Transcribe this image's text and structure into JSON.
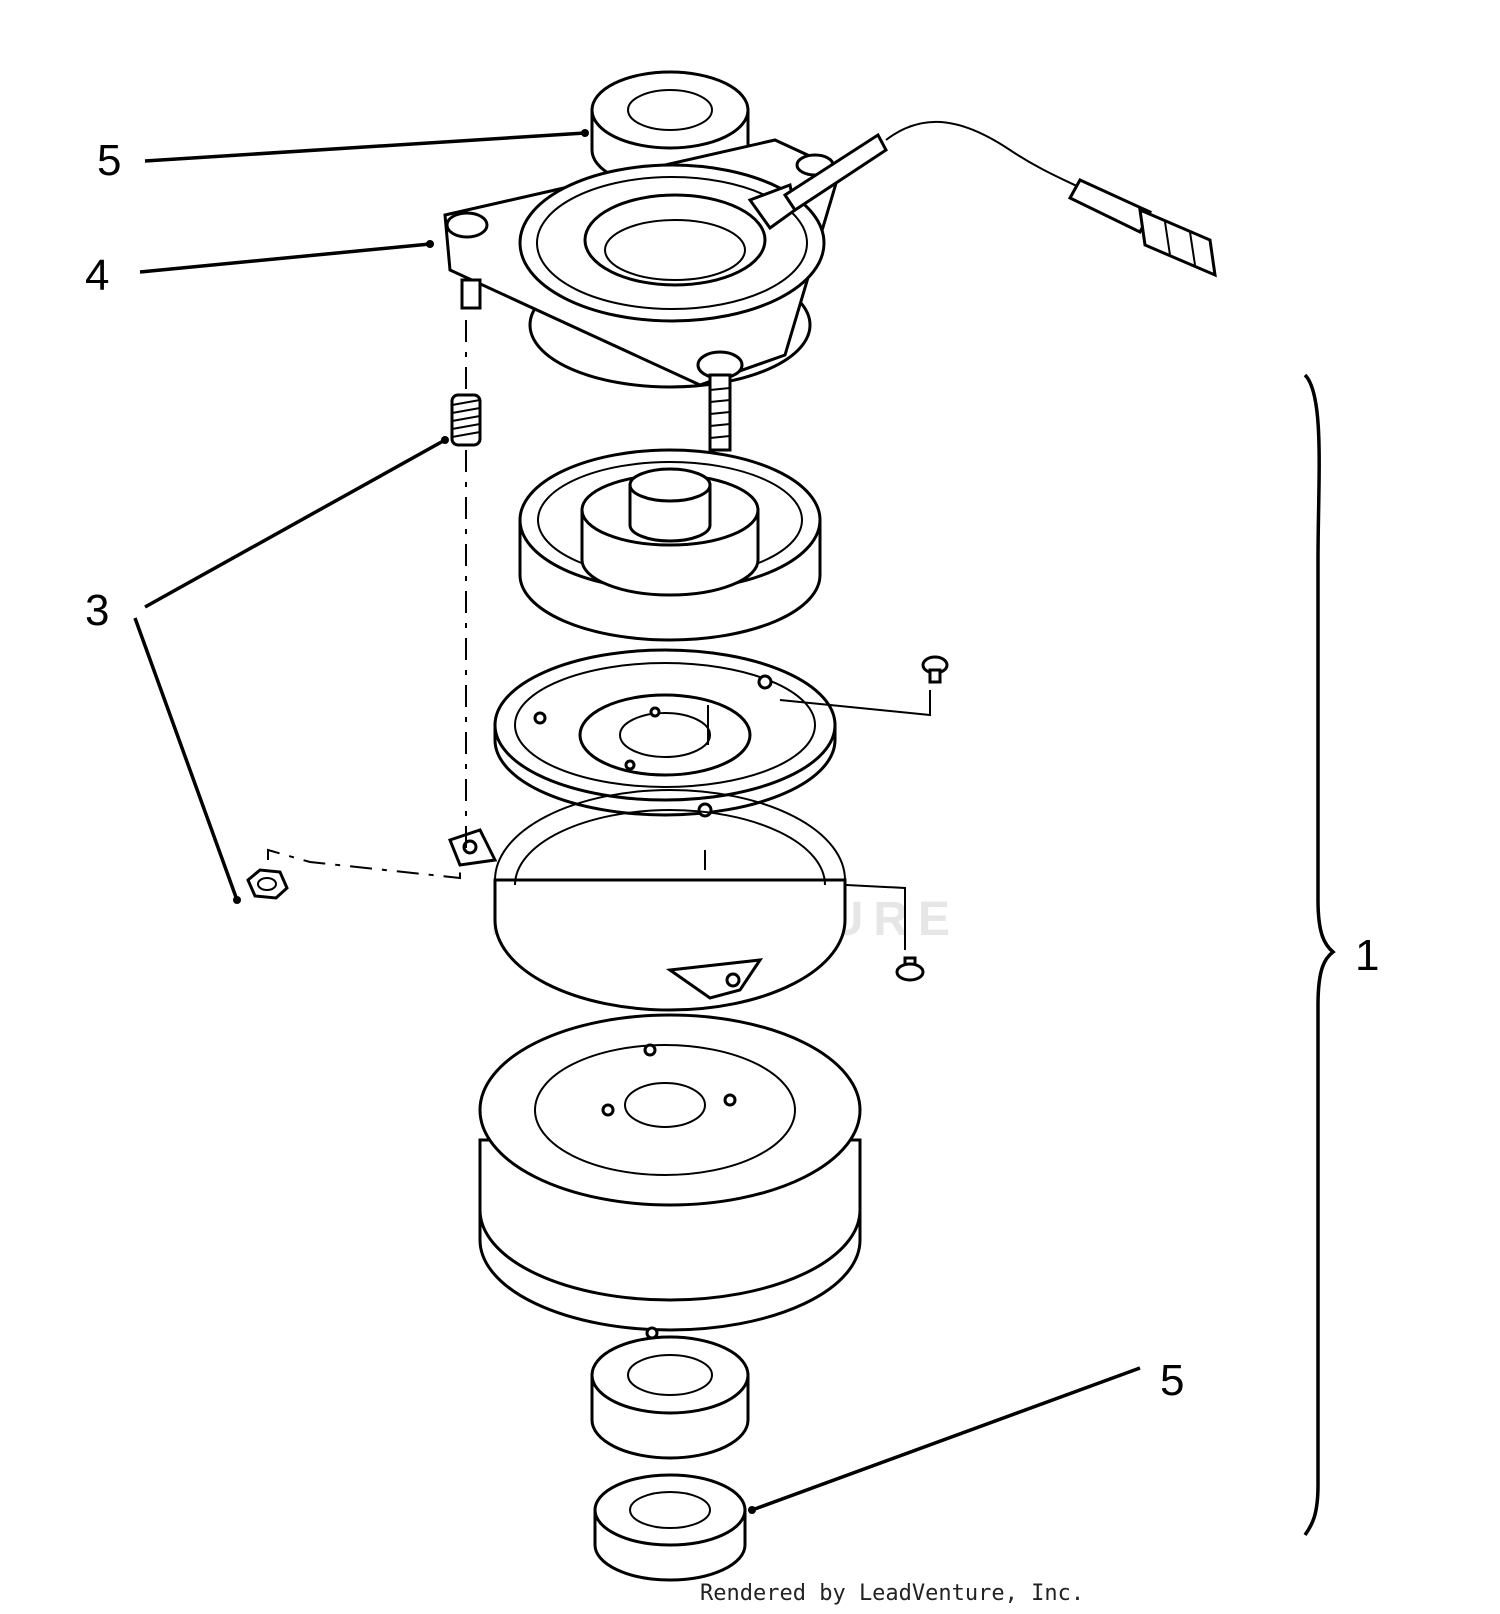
{
  "diagram": {
    "callouts": [
      {
        "id": "5-top",
        "text": "5"
      },
      {
        "id": "4",
        "text": "4"
      },
      {
        "id": "3",
        "text": "3"
      },
      {
        "id": "1",
        "text": "1"
      },
      {
        "id": "5-bottom",
        "text": "5"
      }
    ],
    "watermark": "LEADVENTURE",
    "footer": "Rendered by LeadVenture, Inc."
  }
}
